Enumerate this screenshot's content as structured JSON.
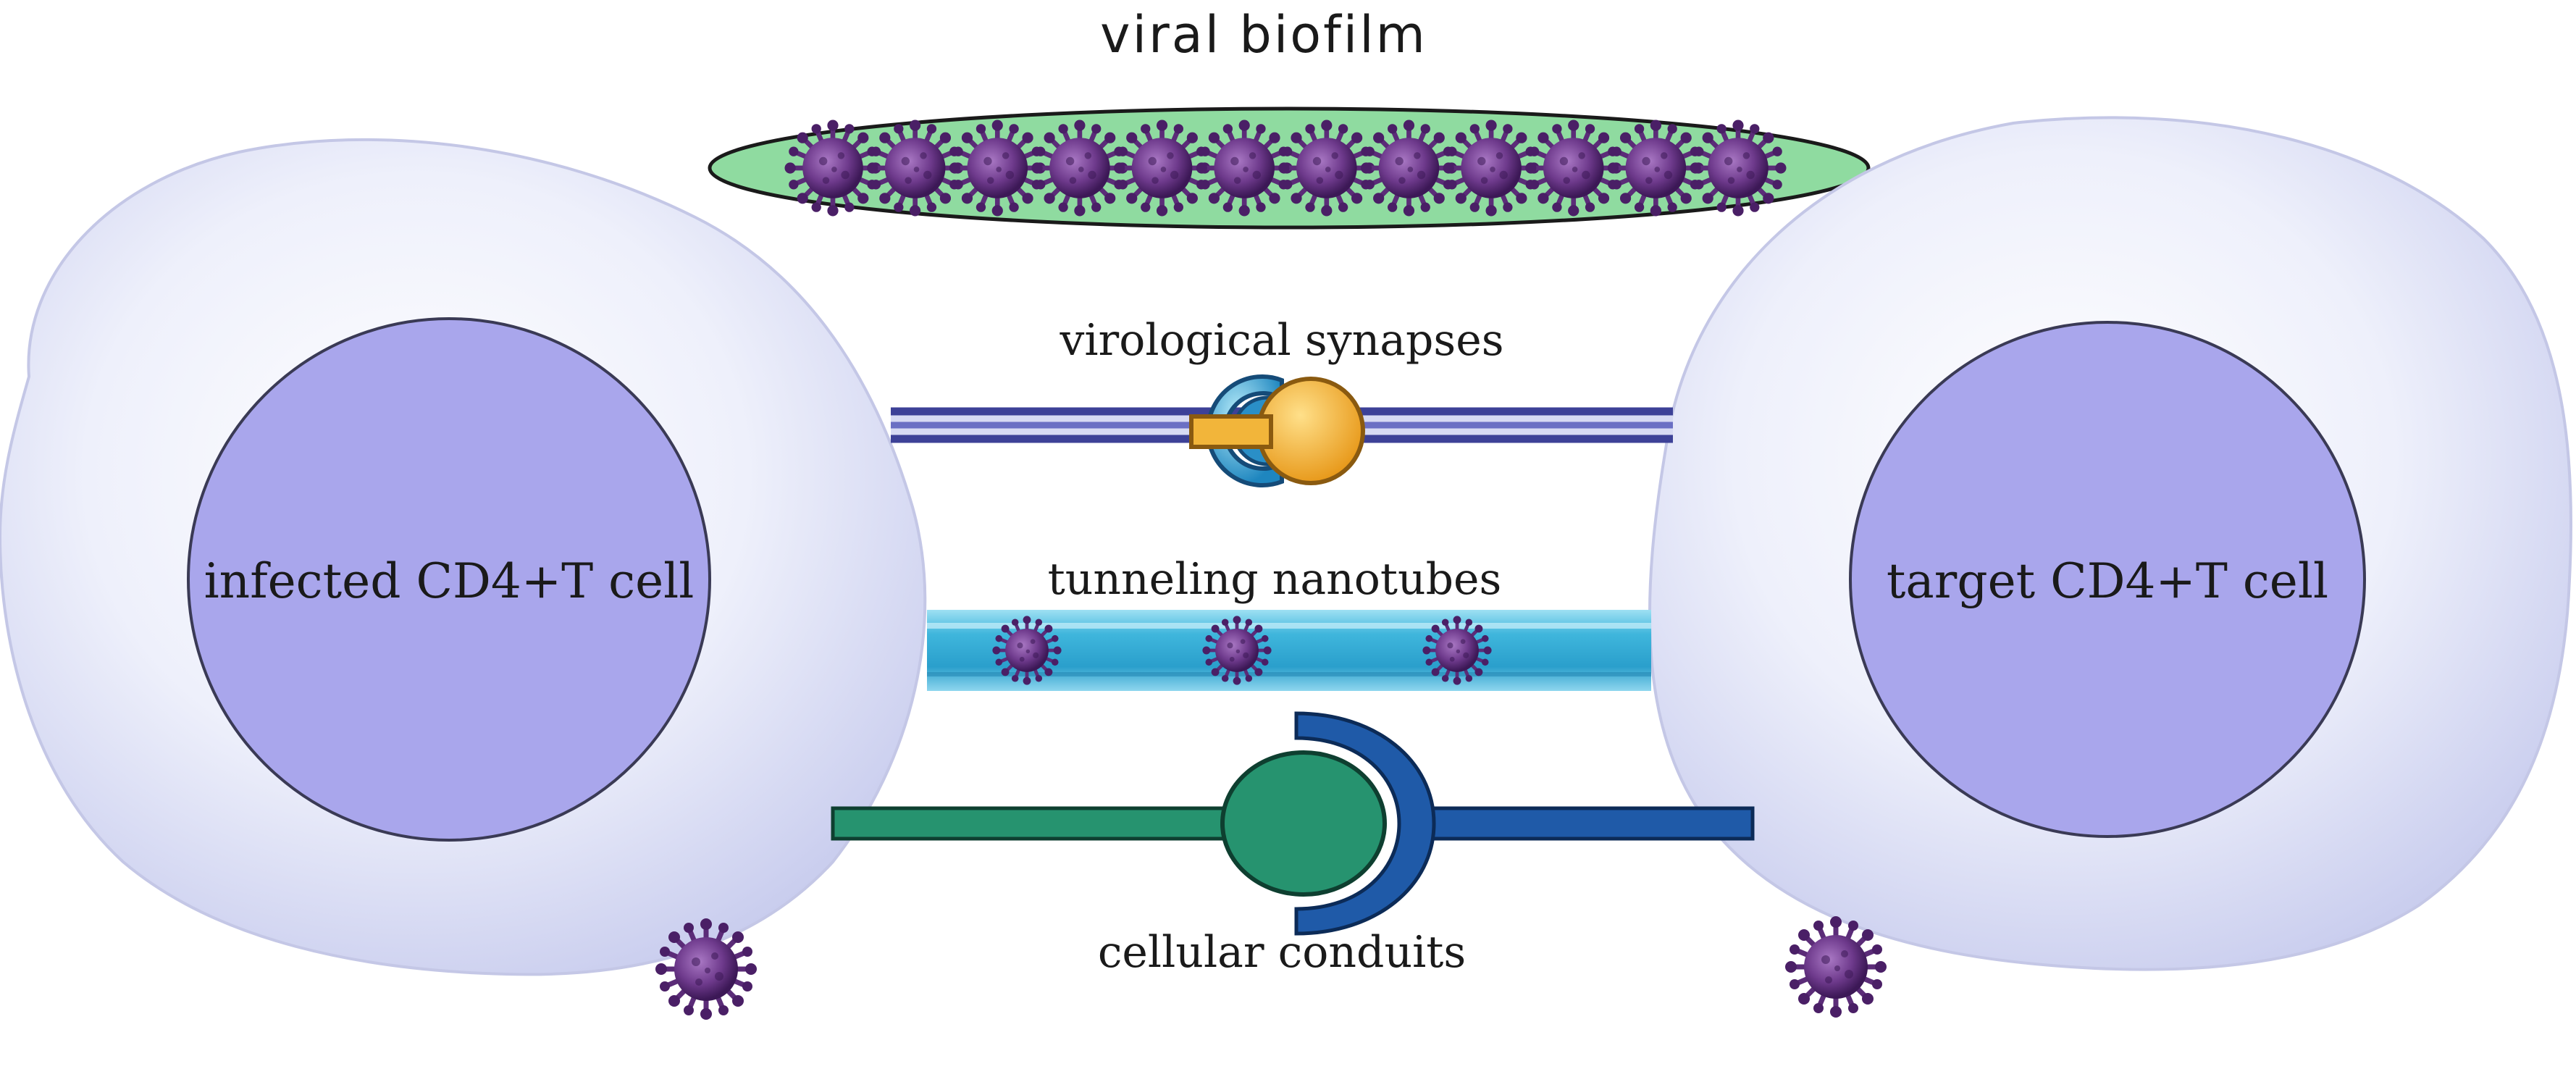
{
  "labels": {
    "viral_biofilm": "viral biofilm",
    "virological_synapses": "virological synapses",
    "tunneling_nanotubes": "tunneling nanotubes",
    "cellular_conduits": "cellular conduits"
  },
  "cells": {
    "infected": "infected CD4+T cell",
    "target": "target CD4+T cell"
  },
  "icons": {
    "virus": "virus-particle-icon",
    "receptor": "receptor-ligand-icon",
    "conduit": "ball-and-socket-conduit-icon"
  },
  "colors": {
    "cell_body": "#e6e9fa",
    "nucleus": "#a9a6ec",
    "biofilm": "#8fdba0",
    "virus": "#6e3a8c",
    "synapse_line": "#4a4fa3",
    "nanotube": "#3fb6dc",
    "conduit_green": "#26936f",
    "conduit_blue": "#1f5aa8",
    "synapse_blue": "#2a8fc7",
    "synapse_yellow": "#f2b53a"
  }
}
